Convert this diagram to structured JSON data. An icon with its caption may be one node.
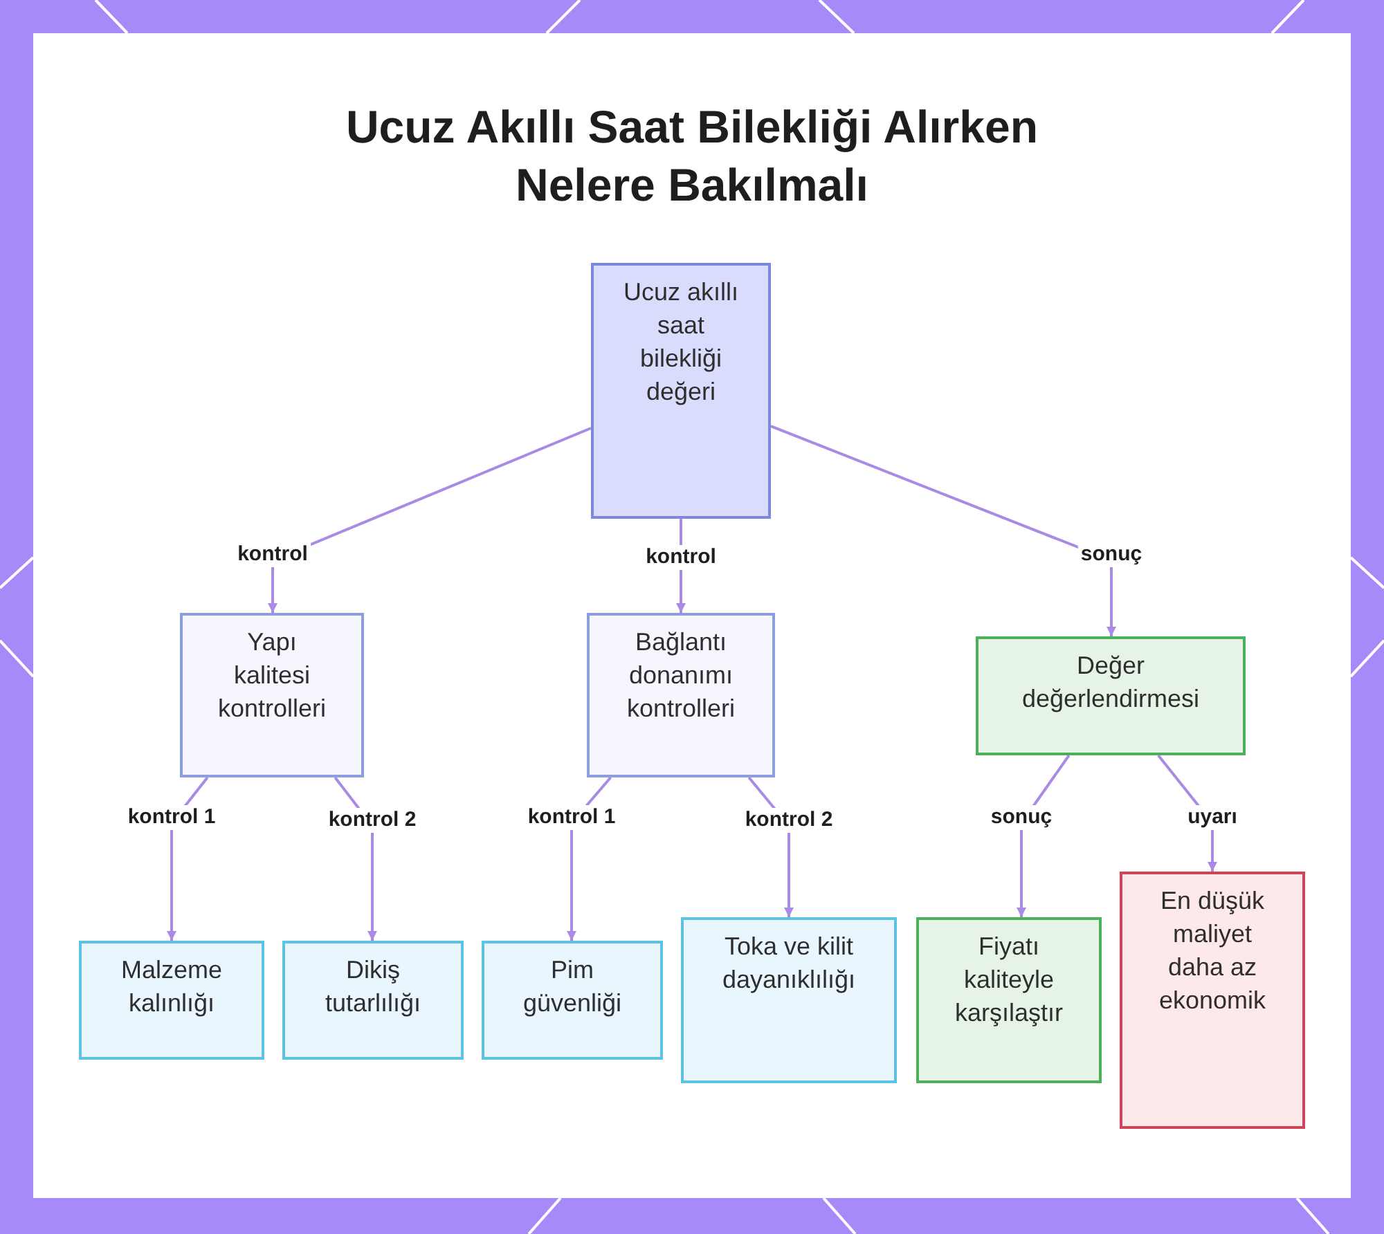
{
  "diagram": {
    "title": "Ucuz Akıllı Saat Bilekliği Alırken Nelere Bakılmalı",
    "nodes": [
      {
        "text": [
          "Ucuz akıllı saat bilekliği değeri"
        ]
      },
      {
        "text": [
          "Yapı kalitesi kontrolleri"
        ]
      },
      {
        "text": [
          "Bağlantı donanımı kontrolleri"
        ]
      },
      {
        "text": [
          "Değer değerlendirmesi"
        ]
      },
      {
        "text": [
          "Malzeme kalınlığı"
        ]
      },
      {
        "text": [
          "Dikiş tutarlılığı"
        ]
      },
      {
        "text": [
          "Pim güvenliği"
        ]
      },
      {
        "text": [
          "Toka ve kilit dayanıklılığı"
        ]
      },
      {
        "text": [
          "Fiyatı kaliteyle karşılaştır"
        ]
      },
      {
        "text": [
          "En düşük maliyet daha az ekonomik"
        ]
      }
    ],
    "edges": [
      {
        "from": 0,
        "to": 1,
        "label": "kontrol",
        "arrow": "to"
      },
      {
        "from": 0,
        "to": 2,
        "label": "kontrol",
        "arrow": "to"
      },
      {
        "from": 0,
        "to": 3,
        "label": "sonuç",
        "arrow": "to"
      },
      {
        "from": 1,
        "to": 4,
        "label": "kontrol 1",
        "arrow": "to"
      },
      {
        "from": 1,
        "to": 5,
        "label": "kontrol 2",
        "arrow": "to"
      },
      {
        "from": 2,
        "to": 6,
        "label": "kontrol 1",
        "arrow": "to"
      },
      {
        "from": 2,
        "to": 7,
        "label": "kontrol 2",
        "arrow": "to"
      },
      {
        "from": 3,
        "to": 8,
        "label": "sonuç",
        "arrow": "to"
      },
      {
        "from": 3,
        "to": 9,
        "label": "uyarı",
        "arrow": "to"
      }
    ]
  }
}
